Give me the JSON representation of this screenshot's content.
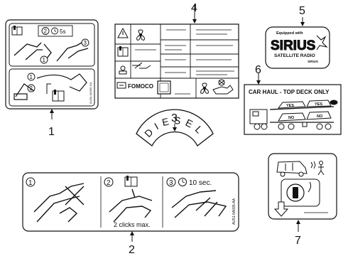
{
  "callouts": {
    "c1": "1",
    "c2": "2",
    "c3": "3",
    "c4": "4",
    "c5": "5",
    "c6": "6",
    "c7": "7"
  },
  "label1": {
    "step2": "2",
    "time": "5s",
    "step1": "1",
    "step3": "3",
    "step1b": "1",
    "step2b": "2",
    "part_code": "AU5A-9A095-GA"
  },
  "label2": {
    "brand": "FOMOCO"
  },
  "label3": {
    "word": "DIESEL"
  },
  "label5": {
    "equipped": "Equipped with",
    "brand": "SIRIUS",
    "line2": "SATELLITE RADIO",
    "line3": "SIRIUS"
  },
  "label6": {
    "title": "CAR HAUL - TOP DECK ONLY",
    "yes": "YES",
    "no": "NO"
  },
  "label7": {
    "step1": "1",
    "step2": "2",
    "step3": "3",
    "time": "10 sec.",
    "clicks": "2 clicks max.",
    "part_code": "AU51-9A095-AA"
  },
  "icons": {
    "warning": "warning-triangle-icon",
    "manual": "owner-manual-icon",
    "fan": "fan-icon",
    "timer": "timer-icon"
  }
}
